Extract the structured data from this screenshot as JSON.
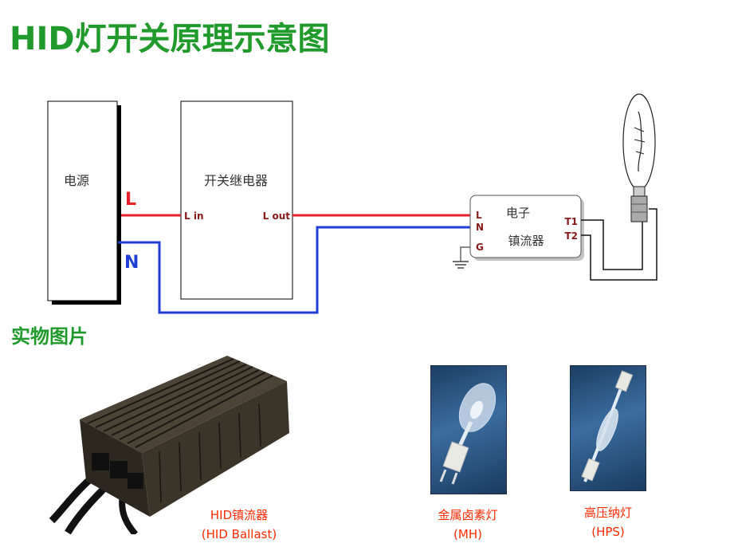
{
  "title": "HID灯开关原理示意图",
  "subtitle": "实物图片",
  "diagram": {
    "power_label": "电源",
    "relay_label": "开关继电器",
    "l_label": "L",
    "n_label": "N",
    "l_in": "L in",
    "l_out": "L out",
    "ballast_line1": "电子",
    "ballast_line2": "镇流器",
    "ballast_l": "L",
    "ballast_n": "N",
    "ballast_g": "G",
    "t1": "T1",
    "t2": "T2",
    "colors": {
      "live": "#e8202a",
      "neutral": "#1f3fd8",
      "title_green": "#1f9a2b",
      "caption_red": "#ff2a00"
    }
  },
  "photos": [
    {
      "caption_line1": "HID镇流器",
      "caption_line2": "(HID Ballast)"
    },
    {
      "caption_line1": "金属卤素灯",
      "caption_line2": "(MH)"
    },
    {
      "caption_line1": "高压纳灯",
      "caption_line2": "(HPS)"
    }
  ]
}
